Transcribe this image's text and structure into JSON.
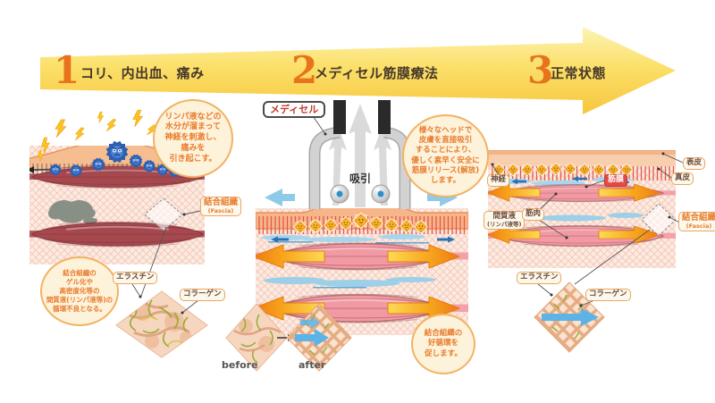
{
  "stages": [
    {
      "number": "1",
      "label": "コリ、内出血、痛み"
    },
    {
      "number": "2",
      "label": "メディセル筋膜療法"
    },
    {
      "number": "3",
      "label": "正常状態"
    }
  ],
  "bubbles": {
    "lymph_pain": {
      "lines": [
        "リンパ液などの",
        "水分が溜まって",
        "神経を刺激し、",
        "痛みを",
        "引き起こす。"
      ]
    },
    "gelation": {
      "lines": [
        "結合組織の",
        "ゲル化や",
        "高密度化等の",
        "間質液(リンパ液等)の",
        "循環不良となる。"
      ]
    },
    "suction_heads": {
      "lines": [
        "様々なヘッドで",
        "皮膚を直接吸引",
        "することにより、",
        "優しく素早く安全に",
        "筋膜リリース(解放)",
        "します。"
      ]
    },
    "good_circulation": {
      "lines": [
        "結合組織の",
        "好循環を",
        "促します。"
      ]
    }
  },
  "labels": {
    "medicel": "メディセル",
    "suction": "吸引",
    "fascia_jp": "結合組織",
    "fascia_en": "(Fascia)",
    "elastin": "エラスチン",
    "collagen": "コラーゲン",
    "nerve": "神経",
    "muscle": "筋肉",
    "fascia_membrane": "筋膜",
    "epidermis": "表皮",
    "dermis": "真皮",
    "interstitial_fluid": "間質液",
    "interstitial_fluid_sub": "(リンパ液等)",
    "before": "before",
    "after": "after"
  },
  "colors": {
    "arrow_yellow": "#fbd44e",
    "stage_number_orange": "#e8731d",
    "bubble_text_orange": "#e87c2c",
    "label_border_orange": "#e8a75f",
    "muscle_dark": "#a5494f",
    "muscle_pink": "#f29aa4",
    "skin_peach": "#f5bd90",
    "water_blue": "#8ecde8",
    "pull_arrow_orange": "#ee7b10",
    "device_grey": "#cfcfcf",
    "fascia_membrane_red": "#e14b44"
  }
}
